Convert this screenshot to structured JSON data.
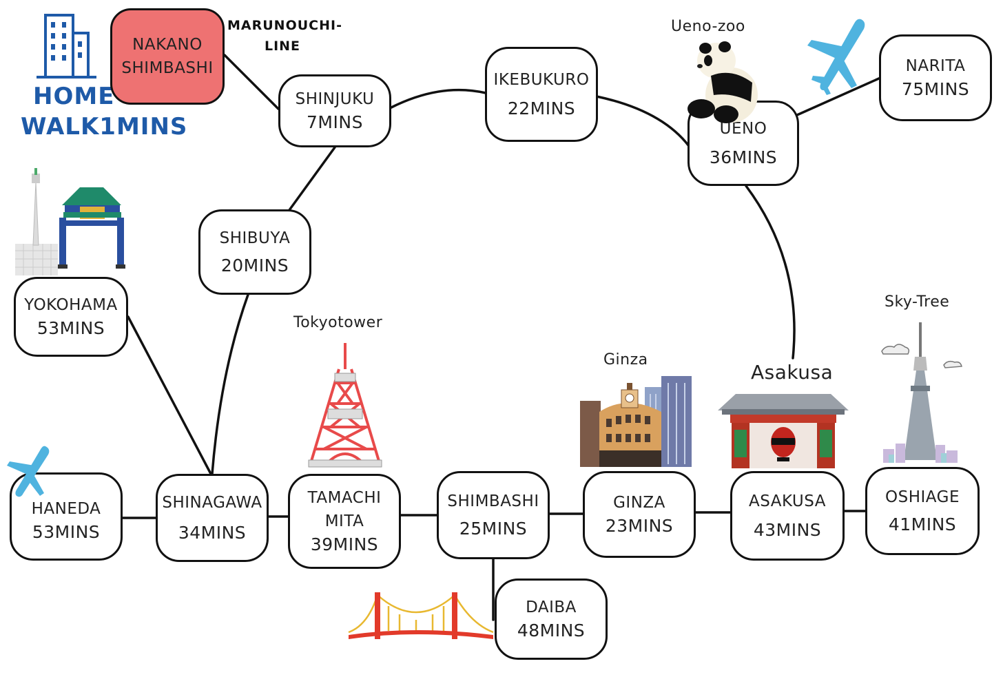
{
  "home": {
    "line1": "HOME",
    "line2": "WALK1MINS"
  },
  "line_label": {
    "line1": "MARUNOUCHI-",
    "line2": "LINE"
  },
  "stations": {
    "nakano": {
      "name1": "NAKANO",
      "name2": "SHIMBASHI"
    },
    "shinjuku": {
      "name": "SHINJUKU",
      "time": "7MINS"
    },
    "ikebukuro": {
      "name": "IKEBUKURO",
      "time": "22MINS"
    },
    "ueno": {
      "name": "UENO",
      "time": "36MINS"
    },
    "narita": {
      "name": "NARITA",
      "time": "75MINS"
    },
    "shibuya": {
      "name": "SHIBUYA",
      "time": "20MINS"
    },
    "yokohama": {
      "name": "YOKOHAMA",
      "time": "53MINS"
    },
    "haneda": {
      "name": "HANEDA",
      "time": "53MINS"
    },
    "shinagawa": {
      "name": "SHINAGAWA",
      "time": "34MINS"
    },
    "tamachi": {
      "name1": "TAMACHI",
      "name2": "MITA",
      "time": "39MINS"
    },
    "shimbashi": {
      "name": "SHIMBASHI",
      "time": "25MINS"
    },
    "ginza": {
      "name": "GINZA",
      "time": "23MINS"
    },
    "asakusa": {
      "name": "ASAKUSA",
      "time": "43MINS"
    },
    "oshiage": {
      "name": "OSHIAGE",
      "time": "41MINS"
    },
    "daiba": {
      "name": "DAIBA",
      "time": "48MINS"
    }
  },
  "landmarks": {
    "ueno_zoo": "Ueno-zoo",
    "tokyotower": "Tokyotower",
    "ginza": "Ginza",
    "asakusa": "Asakusa",
    "skytree": "Sky-Tree"
  },
  "colors": {
    "home_box": "#ee7272",
    "home_text": "#1e5aa8",
    "plane": "#4fb3df",
    "tower": "#e84a4a"
  }
}
